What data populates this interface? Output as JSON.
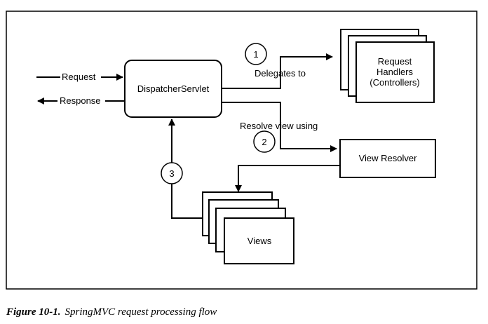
{
  "diagram": {
    "external": {
      "request": "Request",
      "response": "Response"
    },
    "dispatcher": "DispatcherServlet",
    "handlers": [
      "Request",
      "Handlers",
      "(Controllers)"
    ],
    "view_resolver": "View Resolver",
    "views": "Views",
    "steps": [
      {
        "number": "1",
        "label": "Delegates to"
      },
      {
        "number": "2",
        "label": "Resolve view using"
      },
      {
        "number": "3",
        "label": ""
      }
    ]
  },
  "caption": {
    "label": "Figure 10-1.",
    "text": "SpringMVC request processing flow"
  }
}
